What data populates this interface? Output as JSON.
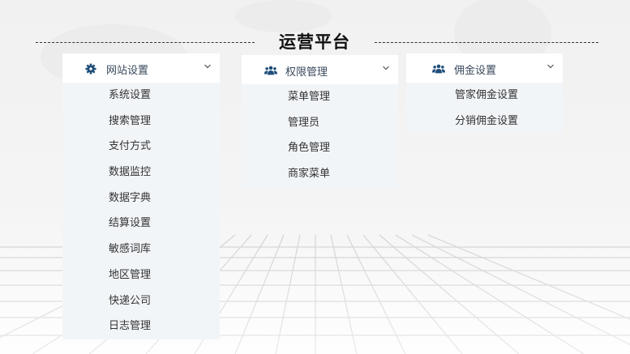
{
  "page": {
    "title": "运营平台"
  },
  "panels": [
    {
      "label": "网站设置",
      "icon": "gear-icon",
      "items": [
        "系统设置",
        "搜索管理",
        "支付方式",
        "数据监控",
        "数据字典",
        "结算设置",
        "敏感词库",
        "地区管理",
        "快递公司",
        "日志管理"
      ]
    },
    {
      "label": "权限管理",
      "icon": "users-icon",
      "items": [
        "菜单管理",
        "管理员",
        "角色管理",
        "商家菜单"
      ]
    },
    {
      "label": "佣金设置",
      "icon": "users-icon",
      "items": [
        "管家佣金设置",
        "分销佣金设置"
      ]
    }
  ],
  "colors": {
    "icon": "#1f4e79",
    "panel_body": "#f2f5f8",
    "header_text": "#3a4a5c"
  }
}
